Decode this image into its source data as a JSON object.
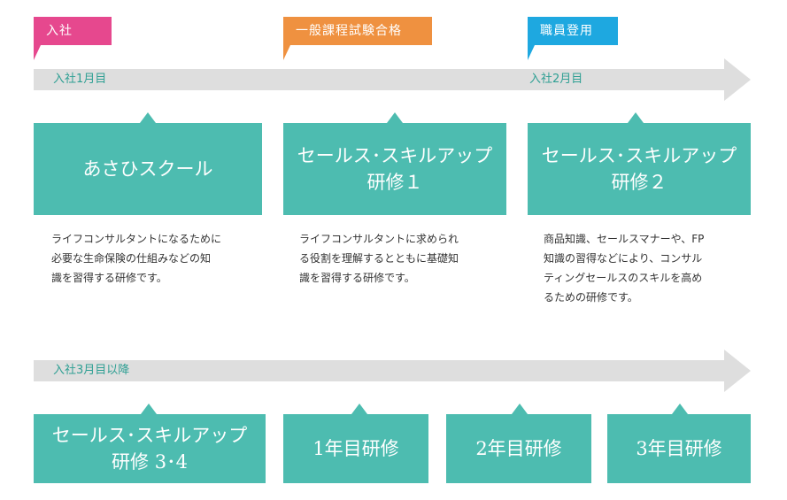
{
  "milestones": [
    {
      "label": "入社",
      "color": "#e6488e"
    },
    {
      "label": "一般課程試験合格",
      "color": "#ef9140"
    },
    {
      "label": "職員登用",
      "color": "#1ea8e0"
    }
  ],
  "timeline1": {
    "label_start": "入社1月目",
    "label_mid": "入社2月目"
  },
  "timeline2": {
    "label_start": "入社3月目以降"
  },
  "boxes_row1": [
    {
      "line1": "あさひスクール",
      "line2": "",
      "desc": [
        "ライフコンサルタントになるために",
        "必要な生命保険の仕組みなどの知",
        "識を習得する研修です。"
      ]
    },
    {
      "line1": "セールス･スキルアップ",
      "line2": "研修１",
      "desc": [
        "ライフコンサルタントに求められ",
        "る役割を理解するとともに基礎知",
        "識を習得する研修です。"
      ]
    },
    {
      "line1": "セールス･スキルアップ",
      "line2": "研修２",
      "desc": [
        "商品知識、セールスマナーや、FP",
        "知識の習得などにより、コンサル",
        "ティングセールスのスキルを高め",
        "るための研修です。"
      ]
    }
  ],
  "boxes_row2": [
    {
      "line1": "セールス･スキルアップ",
      "line2": "研修 3･4"
    },
    {
      "line1": "1年目研修",
      "line2": ""
    },
    {
      "line1": "2年目研修",
      "line2": ""
    },
    {
      "line1": "3年目研修",
      "line2": ""
    }
  ],
  "colors": {
    "teal": "#4dbcb0",
    "arrow": "#dedede",
    "label_teal": "#2e9f93"
  }
}
